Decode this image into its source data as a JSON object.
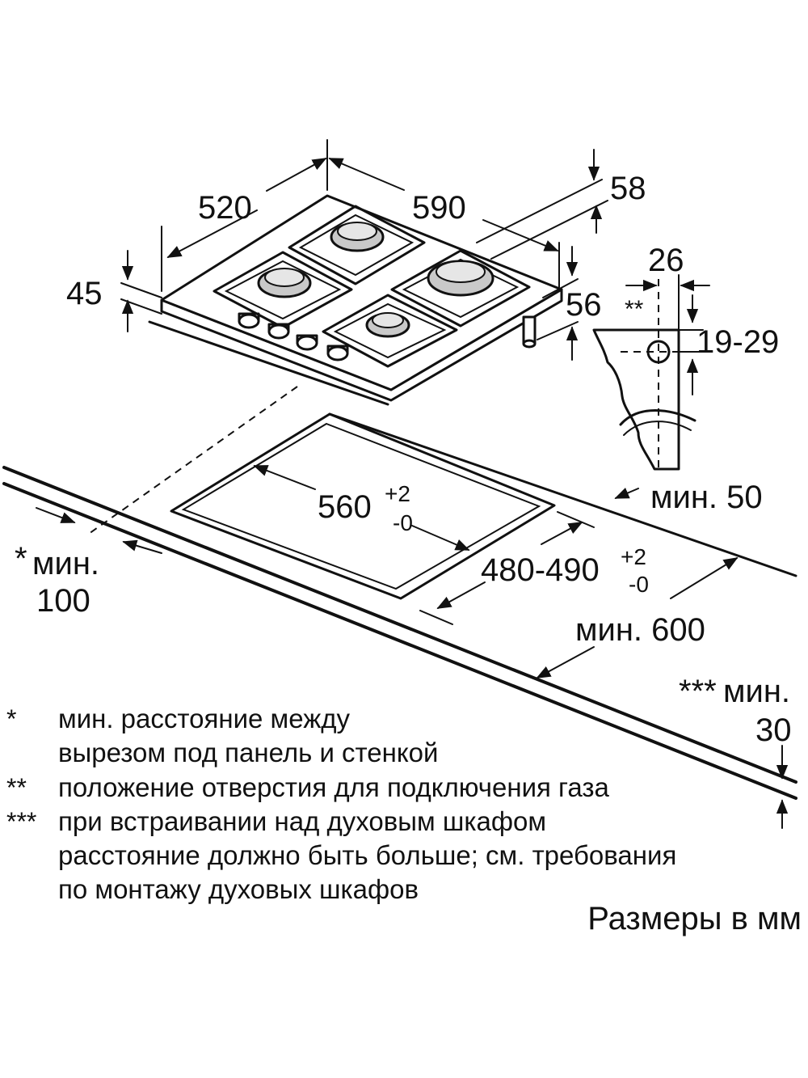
{
  "dimensions": {
    "width_520": "520",
    "depth_590": "590",
    "h_58": "58",
    "h_45": "45",
    "h_56": "56",
    "w_26": "26",
    "gas_mark": "**",
    "range_19_29": "19-29",
    "cutout_width": "560",
    "cutout_width_tol_plus": "+2",
    "cutout_width_tol_minus": "-0",
    "cutout_depth": "480-490",
    "cutout_depth_tol_plus": "+2",
    "cutout_depth_tol_minus": "-0",
    "min_50": "мин. 50",
    "min_100_mark": "*",
    "min_100_label": "мин.",
    "min_100_value": "100",
    "min_600": "мин. 600",
    "min_30_mark": "***",
    "min_30_label": "мин.",
    "min_30_value": "30"
  },
  "notes": [
    {
      "mark": "*",
      "lines": [
        "мин. расстояние между",
        "вырезом под панель и стенкой"
      ]
    },
    {
      "mark": "**",
      "lines": [
        "положение отверстия для подключения газа"
      ]
    },
    {
      "mark": "***",
      "lines": [
        "при встраивании над духовым шкафом",
        "расстояние должно быть больше; см. требования",
        "по монтажу духовых шкафов"
      ]
    }
  ],
  "caption": "Размеры в мм"
}
